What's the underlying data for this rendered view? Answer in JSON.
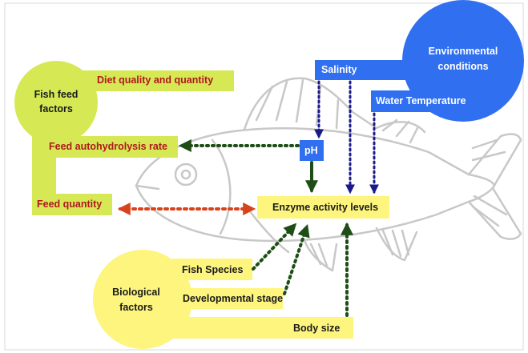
{
  "fish_feed": {
    "title": "Fish feed factors",
    "items": [
      "Diet quality and quantity",
      "Feed autohydrolysis rate",
      "Feed quantity"
    ]
  },
  "environmental": {
    "title": "Environmental conditions",
    "items": [
      "Salinity",
      "Water Temperature"
    ]
  },
  "ph_label": "pH",
  "center_label": "Enzyme activity levels",
  "biological": {
    "title": "Biological factors",
    "items": [
      "Fish Species",
      "Developmental stage",
      "Body size"
    ]
  },
  "colors": {
    "yellow_green": "#d6e955",
    "pale_yellow": "#fdf57e",
    "blue": "#2f6ff0",
    "dark_green_arrow": "#1e4d16",
    "orange_arrow": "#d8431c",
    "navy_arrow": "#1a1a8c",
    "fish_outline": "#c8c8c8"
  }
}
